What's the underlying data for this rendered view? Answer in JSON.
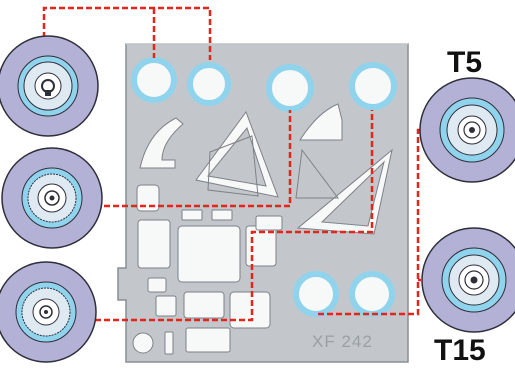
{
  "labels": {
    "t5": "T5",
    "t15": "T15",
    "sheet_ref": "XF 242"
  },
  "colors": {
    "fret": "#c3c7cb",
    "fret_edge": "#8a8f94",
    "mask_ring": "#8fd3ec",
    "cutout": "#f7f8f8",
    "tyre": "#b3b1d6",
    "tyre_edge": "#2f2f3a",
    "hub": "#dfe9f2",
    "leader": "#e3261b"
  },
  "icons": [
    "wheel-front-icon",
    "wheel-main-icon",
    "wheel-tail-icon",
    "wheel-t5-icon",
    "wheel-t15-icon"
  ]
}
